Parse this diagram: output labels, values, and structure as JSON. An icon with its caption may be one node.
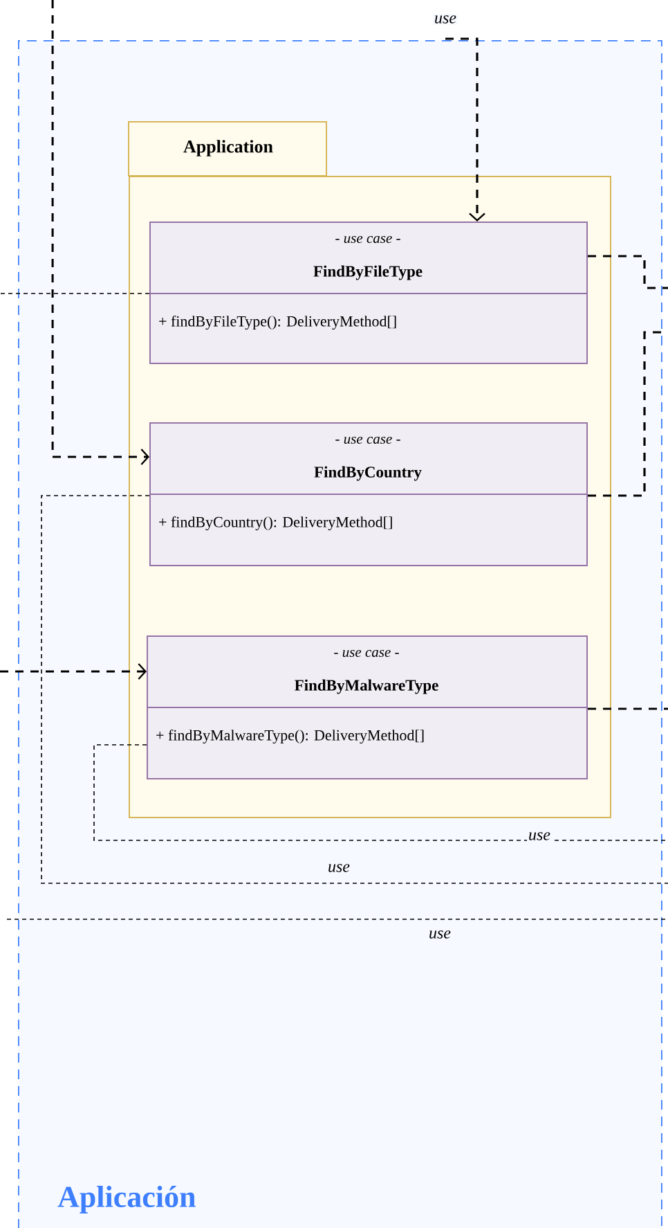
{
  "diagram": {
    "nodes": [
      {
        "text": [
          "Aplicación"
        ]
      },
      {
        "text": [
          "Application"
        ],
        "in": 0
      },
      {
        "text": [
          "- use case -",
          "FindByFileType",
          "+ findByFileType(): DeliveryMethod[]"
        ],
        "in": 1
      },
      {
        "text": [
          "- use case -",
          "FindByCountry",
          "+ findByCountry(): DeliveryMethod[]"
        ],
        "in": 1
      },
      {
        "text": [
          "- use case -",
          "FindByMalwareType",
          "+ findByMalwareType(): DeliveryMethod[]"
        ],
        "in": 1
      }
    ],
    "edges": [
      {
        "from": null,
        "to": 2,
        "arrow": "to",
        "style": "dashed",
        "label": "use"
      },
      {
        "from": null,
        "to": 3,
        "arrow": "to",
        "style": "dashed"
      },
      {
        "from": null,
        "to": 4,
        "arrow": "to",
        "style": "dashed"
      },
      {
        "from": 2,
        "to": null,
        "arrow": "none",
        "style": "dashed"
      },
      {
        "from": 3,
        "to": null,
        "arrow": "none",
        "style": "dashed"
      },
      {
        "from": 4,
        "to": null,
        "arrow": "none",
        "style": "dashed"
      },
      {
        "from": 2,
        "to": null,
        "arrow": "none",
        "style": "dashed"
      },
      {
        "from": 3,
        "to": null,
        "arrow": "none",
        "style": "dashed",
        "label": "use"
      },
      {
        "from": 4,
        "to": null,
        "arrow": "none",
        "style": "dashed",
        "label": "use"
      }
    ],
    "labels": [
      "use"
    ]
  }
}
